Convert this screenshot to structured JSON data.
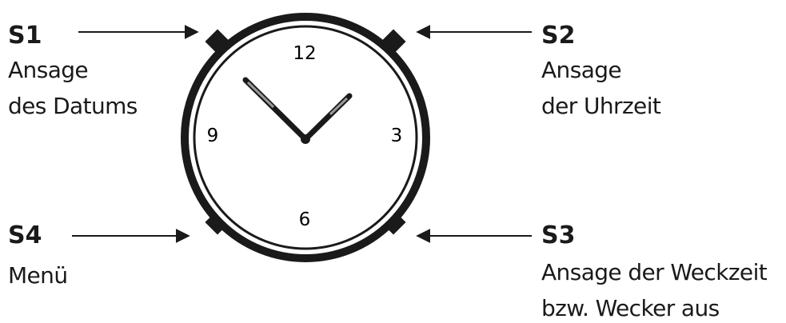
{
  "buttons": {
    "s1": {
      "key": "S1",
      "lines": [
        "Ansage",
        "des Datums"
      ]
    },
    "s2": {
      "key": "S2",
      "lines": [
        "Ansage",
        "der Uhrzeit"
      ]
    },
    "s3": {
      "key": "S3",
      "lines": [
        "Ansage der Weckzeit",
        "bzw. Wecker aus"
      ]
    },
    "s4": {
      "key": "S4",
      "lines": [
        "Menü"
      ]
    }
  },
  "dial": {
    "numbers": {
      "n12": "12",
      "n3": "3",
      "n6": "6",
      "n9": "9"
    }
  }
}
